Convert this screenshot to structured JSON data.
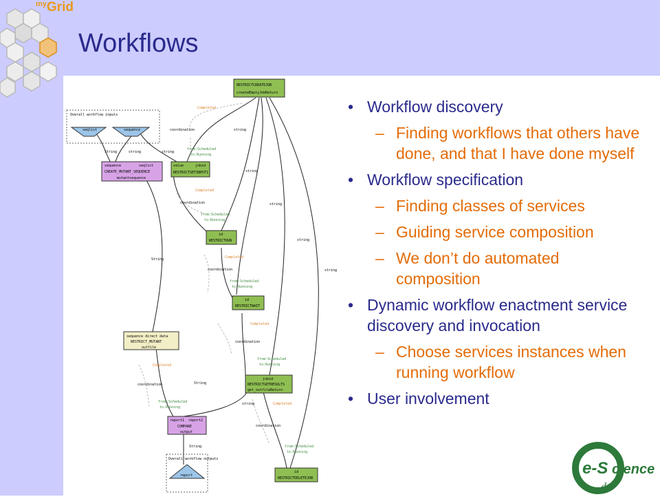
{
  "slide": {
    "title": "Workflows",
    "logo": {
      "prefix": "my",
      "name": "Grid"
    }
  },
  "bullets": [
    {
      "level": 1,
      "text": "Workflow discovery"
    },
    {
      "level": 2,
      "text": "Finding workflows that others have done, and that I have done myself"
    },
    {
      "level": 1,
      "text": "Workflow specification"
    },
    {
      "level": 2,
      "text": "Finding classes of services"
    },
    {
      "level": 2,
      "text": "Guiding service composition"
    },
    {
      "level": 2,
      "text": "We don’t do automated composition"
    },
    {
      "level": 1,
      "text": "Dynamic workflow enactment service discovery and invocation"
    },
    {
      "level": 2,
      "text": "Choose services instances when running workflow"
    },
    {
      "level": 1,
      "text": "User involvement"
    }
  ],
  "bullet_marks": {
    "level1": "•",
    "level2": "–"
  },
  "diagram": {
    "inputs_label": "Overall workflow inputs",
    "outputs_label": "Overall workflow outputs",
    "input_nodes": [
      "seqlist",
      "sequence"
    ],
    "output_node": "report",
    "nodes": {
      "create_job": {
        "title": "RESTRICTCREATEJOB",
        "sub": "createEmptyJobReturn"
      },
      "create_mutant": {
        "ports": [
          "sequence",
          "seqlist"
        ],
        "title": "CREATE_MUTANT_SEQUENCE",
        "sub": "mutantsequence"
      },
      "restrict_input": {
        "ports": [
          "value",
          "jobid"
        ],
        "title": "RESTRICTSETINPUT1"
      },
      "restrict_run": {
        "ports": [
          "id"
        ],
        "title": "RESTRICTRUN"
      },
      "restrict_wait": {
        "ports": [
          "id"
        ],
        "title": "RESTRICTWAIT"
      },
      "restrict_mutant": {
        "title": "sequence direct data",
        "name": "RESTRICT_MUTANT",
        "sub": "outfile"
      },
      "restrict_results": {
        "ports": [
          "jobid"
        ],
        "title": "RESTRICTGETRESULTS",
        "sub": "get_outfileReturn"
      },
      "compare": {
        "ports": [
          "report1",
          "report2"
        ],
        "title": "COMPARE",
        "sub": "output"
      },
      "restrict_delete": {
        "ports": [
          "id"
        ],
        "title": "RESTRICTDELETEJOB"
      }
    },
    "edge_labels": {
      "completed": "Completed",
      "coordination": "coordination",
      "scheduled": "from:Scheduled",
      "running": "to:Running",
      "string_lower": "String",
      "string": "string"
    }
  },
  "esci_logo": {
    "e": "e-S",
    "rest": "cience",
    "dti": "dti"
  },
  "colors": {
    "band": "#ccccff",
    "title": "#2a2a8c",
    "bullet_level1": "#2a2a8c",
    "bullet_level2": "#e36c09",
    "logo_orange": "#e89a1b",
    "node_green": "#8fbe53",
    "node_pink": "#d7a3e6",
    "node_yellow": "#f2efc6",
    "node_blue": "#9cc5e8",
    "esci_green": "#2d7a3a"
  }
}
